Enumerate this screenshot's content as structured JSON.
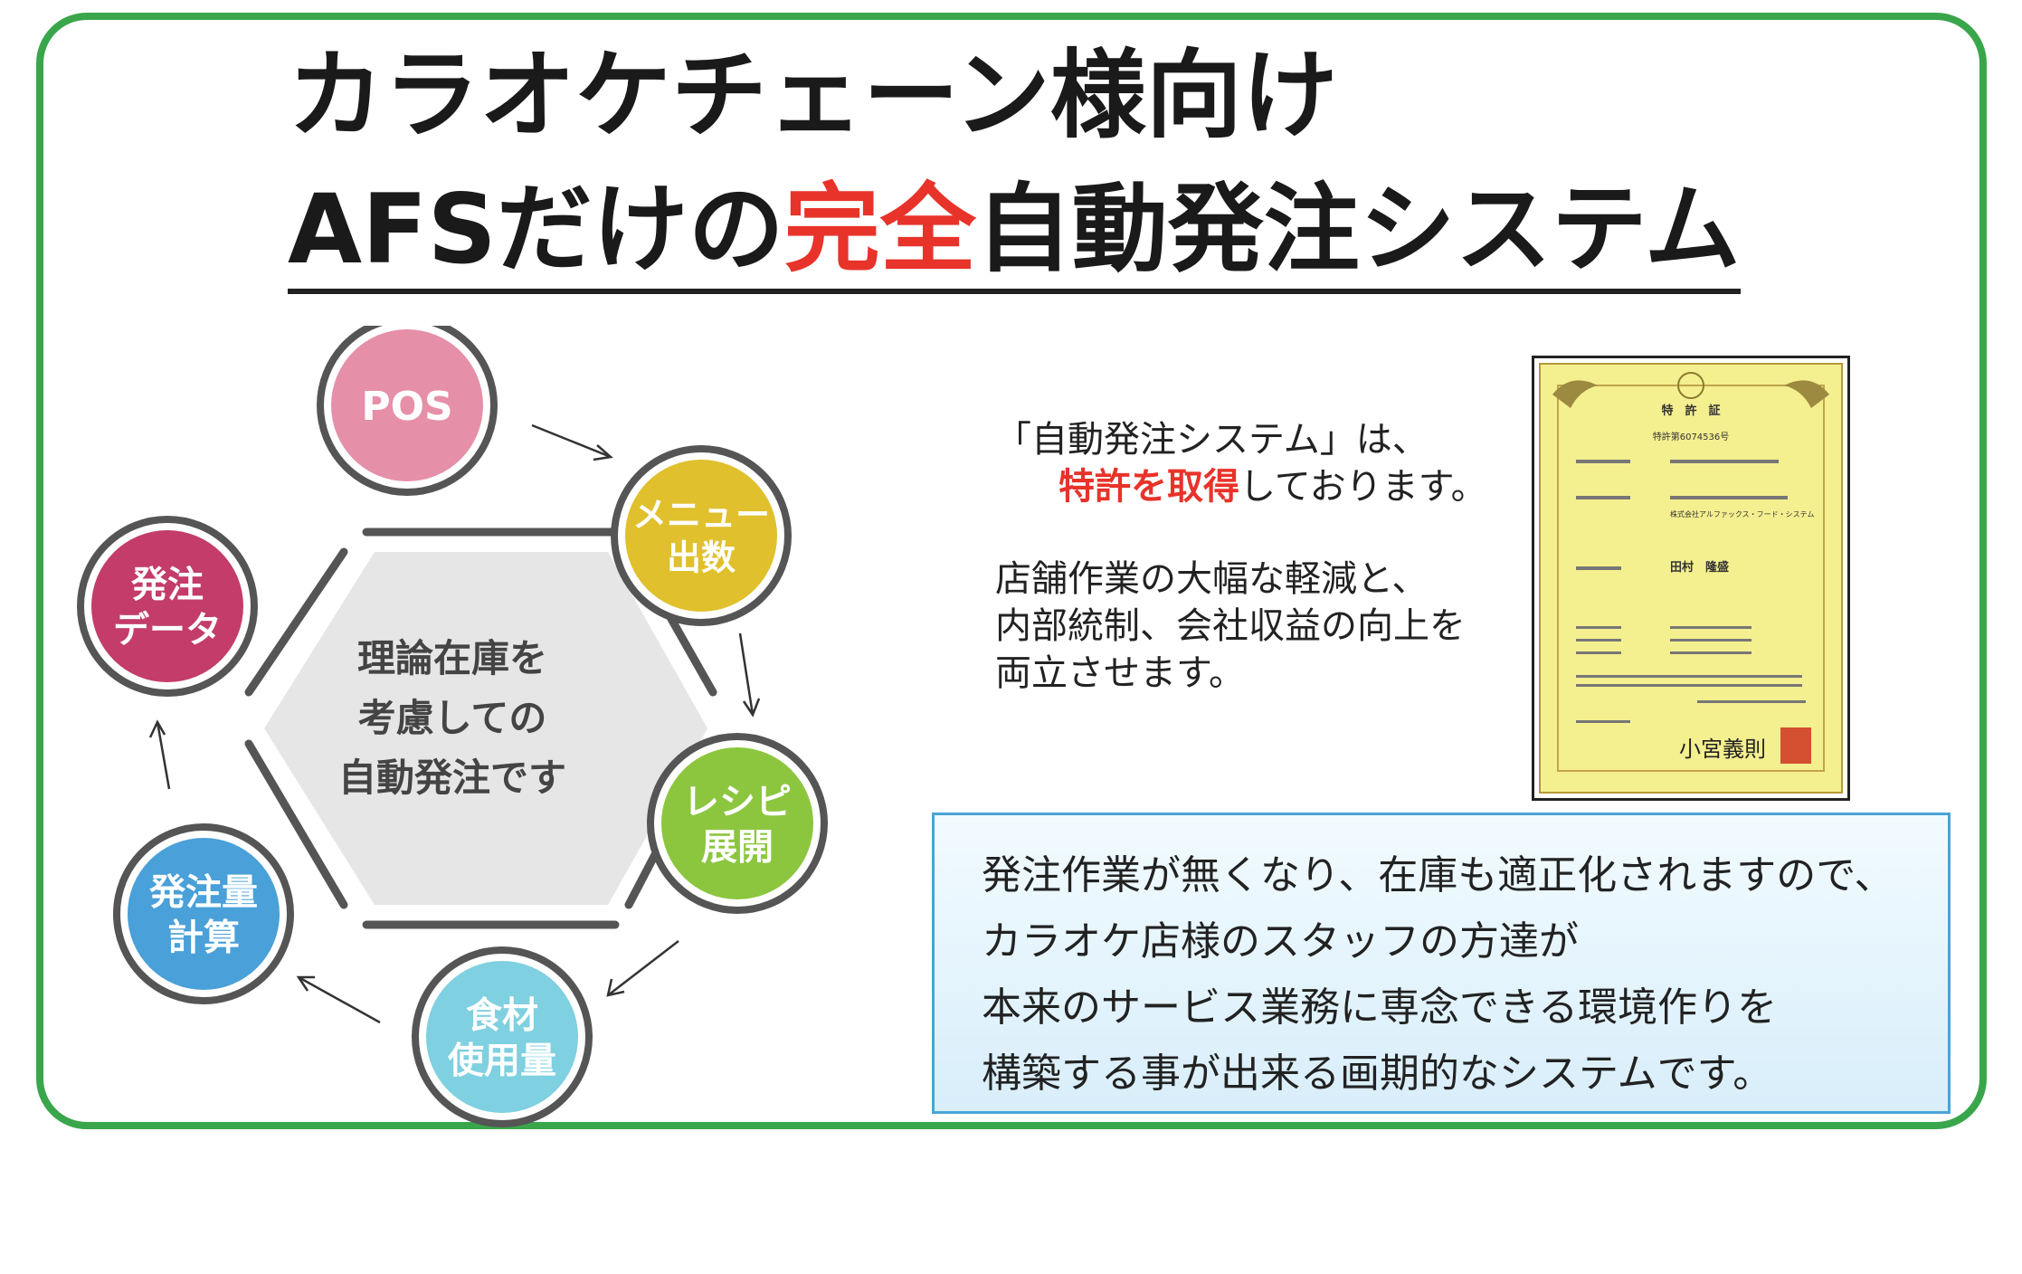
{
  "title": {
    "line1": "カラオケチェーン様向け",
    "line2_part1": "AFSだけの",
    "line2_highlight": "完全",
    "line2_part2": "自動発注システム"
  },
  "cycle": {
    "center": [
      "理論在庫を",
      "考慮しての",
      "自動発注です"
    ],
    "nodes": [
      {
        "name": "pos",
        "lines": [
          "POS"
        ],
        "color": "#e68fa8"
      },
      {
        "name": "menu-count",
        "lines": [
          "メニュー",
          "出数"
        ],
        "color": "#e0c02c"
      },
      {
        "name": "recipe-expand",
        "lines": [
          "レシピ",
          "展開"
        ],
        "color": "#8cc63f"
      },
      {
        "name": "ingredient-usage",
        "lines": [
          "食材",
          "使用量"
        ],
        "color": "#7fd0e0"
      },
      {
        "name": "order-calc",
        "lines": [
          "発注量",
          "計算"
        ],
        "color": "#4aa0d8"
      },
      {
        "name": "order-data",
        "lines": [
          "発注",
          "データ"
        ],
        "color": "#c33c6a"
      }
    ]
  },
  "intro": {
    "line1": "「自動発注システム」は、",
    "line2_highlight": "特許を取得",
    "line2_rest": "しております。",
    "line3": "店舗作業の大幅な軽減と、",
    "line4": "内部統制、会社収益の向上を",
    "line5": "両立させます。"
  },
  "certificate": {
    "heading": "特　許　証",
    "number": "特許第6074536号",
    "holder_name": "田村　隆盛",
    "company": "株式会社アルファックス・フード・システム",
    "signature": "小宮義則"
  },
  "info_box": {
    "lines": [
      "発注作業が無くなり、在庫も適正化されますので、",
      "カラオケ店様のスタッフの方達が",
      "本来のサービス業務に専念できる環境作りを",
      "構築する事が出来る画期的なシステムです。"
    ]
  }
}
